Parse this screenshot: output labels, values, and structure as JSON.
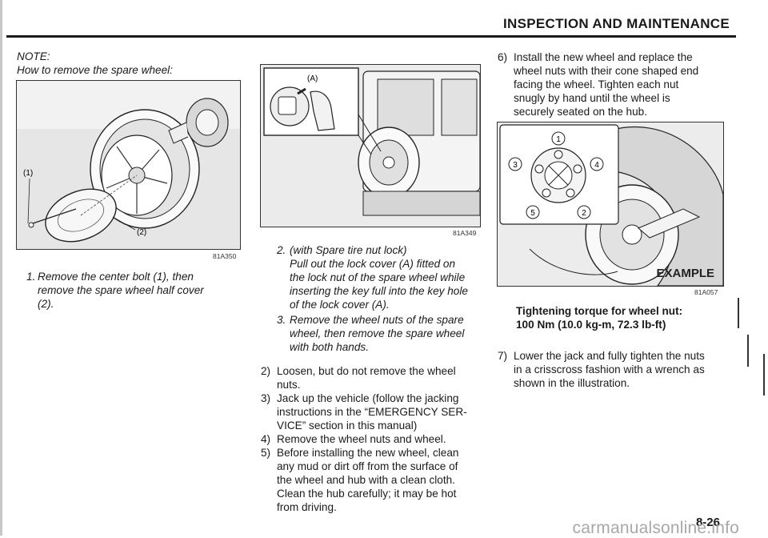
{
  "header": {
    "title": "INSPECTION AND MAINTENANCE"
  },
  "left_column": {
    "note_label": "NOTE:",
    "note_sub": "How to remove the spare wheel:",
    "figure": {
      "code": "81A350",
      "label_1": "(1)",
      "label_2": "(2)"
    },
    "steps": [
      {
        "num": "1.",
        "lines": [
          "Remove the center bolt (1), then",
          "remove the spare wheel half cover",
          "(2)."
        ]
      }
    ]
  },
  "middle_column": {
    "figure": {
      "code": "81A349",
      "label_a": "(A)"
    },
    "italic_steps": [
      {
        "num": "2.",
        "lines": [
          "(with Spare tire nut lock)",
          "Pull out the lock cover (A) fitted on",
          "the lock nut of the spare wheel while",
          "inserting the key full into the key hole",
          "of the lock cover (A)."
        ]
      },
      {
        "num": "3.",
        "lines": [
          "Remove the wheel nuts of the spare",
          "wheel, then remove the spare wheel",
          "with both hands."
        ]
      }
    ],
    "steps": [
      {
        "num": "2)",
        "lines": [
          "Loosen, but do not remove the wheel",
          "nuts."
        ]
      },
      {
        "num": "3)",
        "lines": [
          "Jack up the vehicle (follow the jacking",
          "instructions in the “EMERGENCY SER-",
          "VICE” section in this manual)"
        ]
      },
      {
        "num": "4)",
        "lines": [
          "Remove the wheel nuts and wheel."
        ]
      },
      {
        "num": "5)",
        "lines": [
          "Before installing the new wheel, clean",
          "any mud or dirt off from the surface of",
          "the wheel and hub with a clean cloth.",
          "Clean the hub carefully; it may be hot",
          "from driving."
        ]
      }
    ]
  },
  "right_column": {
    "step6": {
      "num": "6)",
      "lines": [
        "Install the new wheel and replace the",
        "wheel nuts with their cone shaped end",
        "facing the wheel. Tighten each nut",
        "snugly by hand until the wheel is",
        "securely seated on the hub."
      ]
    },
    "figure": {
      "code": "81A057",
      "example_label": "EXAMPLE",
      "nut_labels": [
        "1",
        "2",
        "3",
        "4",
        "5"
      ]
    },
    "torque": {
      "line1": "Tightening torque for wheel nut:",
      "line2": "100 Nm (10.0 kg-m, 72.3 lb-ft)"
    },
    "step7": {
      "num": "7)",
      "lines": [
        "Lower the jack and fully tighten the nuts",
        "in a crisscross fashion with a wrench as",
        "shown in the illustration."
      ]
    }
  },
  "footer": {
    "page_number": "8-26",
    "watermark": "carmanualsonline.info"
  }
}
